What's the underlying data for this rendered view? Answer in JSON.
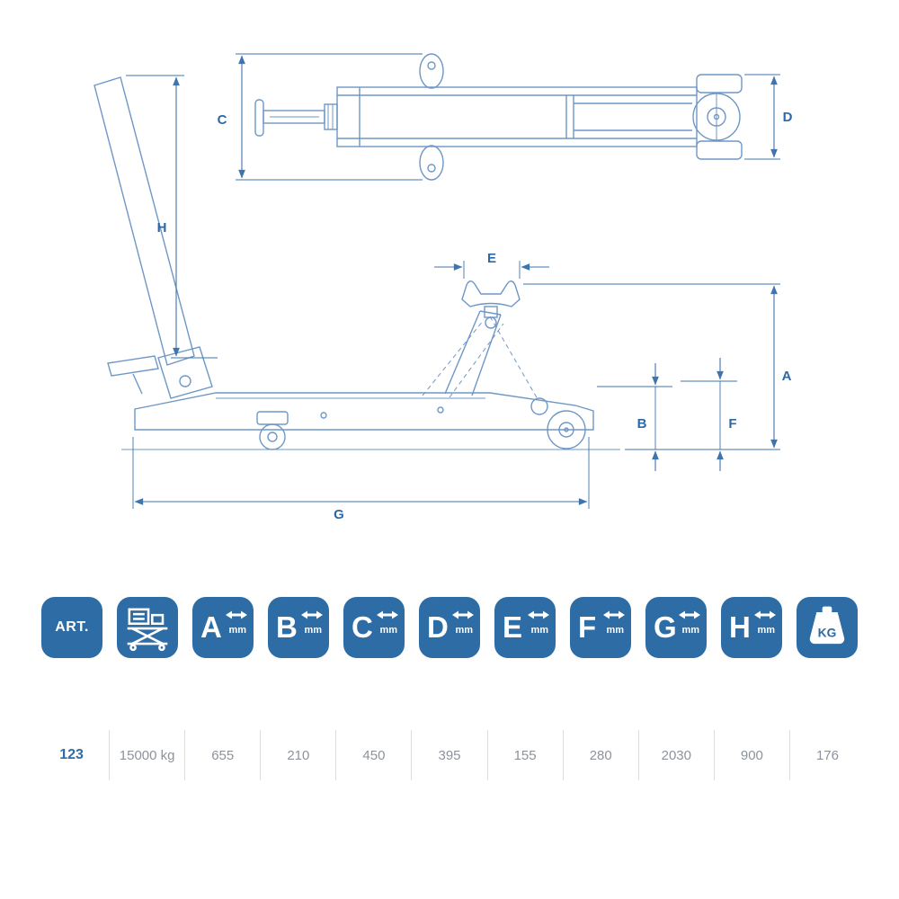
{
  "colors": {
    "accent": "#2d6ca4",
    "drawing_line": "#6f97c6",
    "dimension_line": "#3f74ad",
    "label_text": "#2c69a6",
    "value_text": "#8d939c",
    "divider": "#dcdee1"
  },
  "drawing": {
    "description": "Technical drawing of a long-chassis hydraulic trolley jack: top view and side view with dimension callouts",
    "dim_labels": {
      "A": "A",
      "B": "B",
      "C": "C",
      "D": "D",
      "E": "E",
      "F": "F",
      "G": "G",
      "H": "H"
    }
  },
  "icons": {
    "art": {
      "name": "art-number-icon",
      "label": "ART."
    },
    "capacity": {
      "name": "lift-capacity-icon"
    },
    "dims": [
      {
        "name": "dim-a-icon",
        "letter": "A",
        "unit": "mm"
      },
      {
        "name": "dim-b-icon",
        "letter": "B",
        "unit": "mm"
      },
      {
        "name": "dim-c-icon",
        "letter": "C",
        "unit": "mm"
      },
      {
        "name": "dim-d-icon",
        "letter": "D",
        "unit": "mm"
      },
      {
        "name": "dim-e-icon",
        "letter": "E",
        "unit": "mm"
      },
      {
        "name": "dim-f-icon",
        "letter": "F",
        "unit": "mm"
      },
      {
        "name": "dim-g-icon",
        "letter": "G",
        "unit": "mm"
      },
      {
        "name": "dim-h-icon",
        "letter": "H",
        "unit": "mm"
      }
    ],
    "kg": {
      "name": "weight-kg-icon",
      "label": "KG"
    }
  },
  "table": {
    "art_value": "123",
    "capacity_value": "15000 kg",
    "dim_values": [
      "655",
      "210",
      "450",
      "395",
      "155",
      "280",
      "2030",
      "900"
    ],
    "weight_value": "176"
  }
}
